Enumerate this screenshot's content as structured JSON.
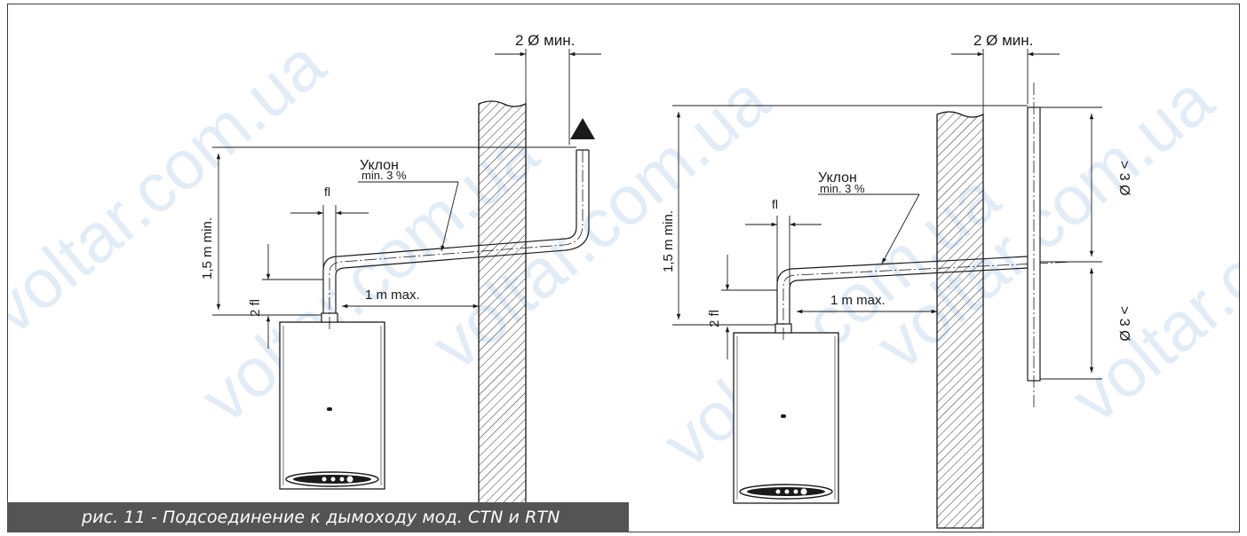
{
  "caption": "рис. 11 - Подсоединение к дымоходу мод. CTN и RTN",
  "watermark": {
    "text": "voltar.com.ua"
  },
  "colors": {
    "line": "#1a1a1a",
    "caption_bg": "#545454",
    "caption_text": "#ffffff",
    "watermark": "#9bbde6"
  },
  "left_diagram": {
    "diameter_label": "2 Ø мин.",
    "slope_label": "Уклон",
    "slope_value": "min. 3 %",
    "height_label": "1,5 m min.",
    "fl_label": "fl",
    "two_fl_label": "2 fl",
    "distance_label": "1 m max."
  },
  "right_diagram": {
    "diameter_label": "2 Ø мин.",
    "slope_label": "Уклон",
    "slope_value": "min. 3 %",
    "height_label": "1,5 m min.",
    "fl_label": "fl",
    "two_fl_label": "2 fl",
    "distance_label": "1 m max.",
    "upper_label": "> 3 Ø",
    "lower_label": "> 3 Ø"
  }
}
